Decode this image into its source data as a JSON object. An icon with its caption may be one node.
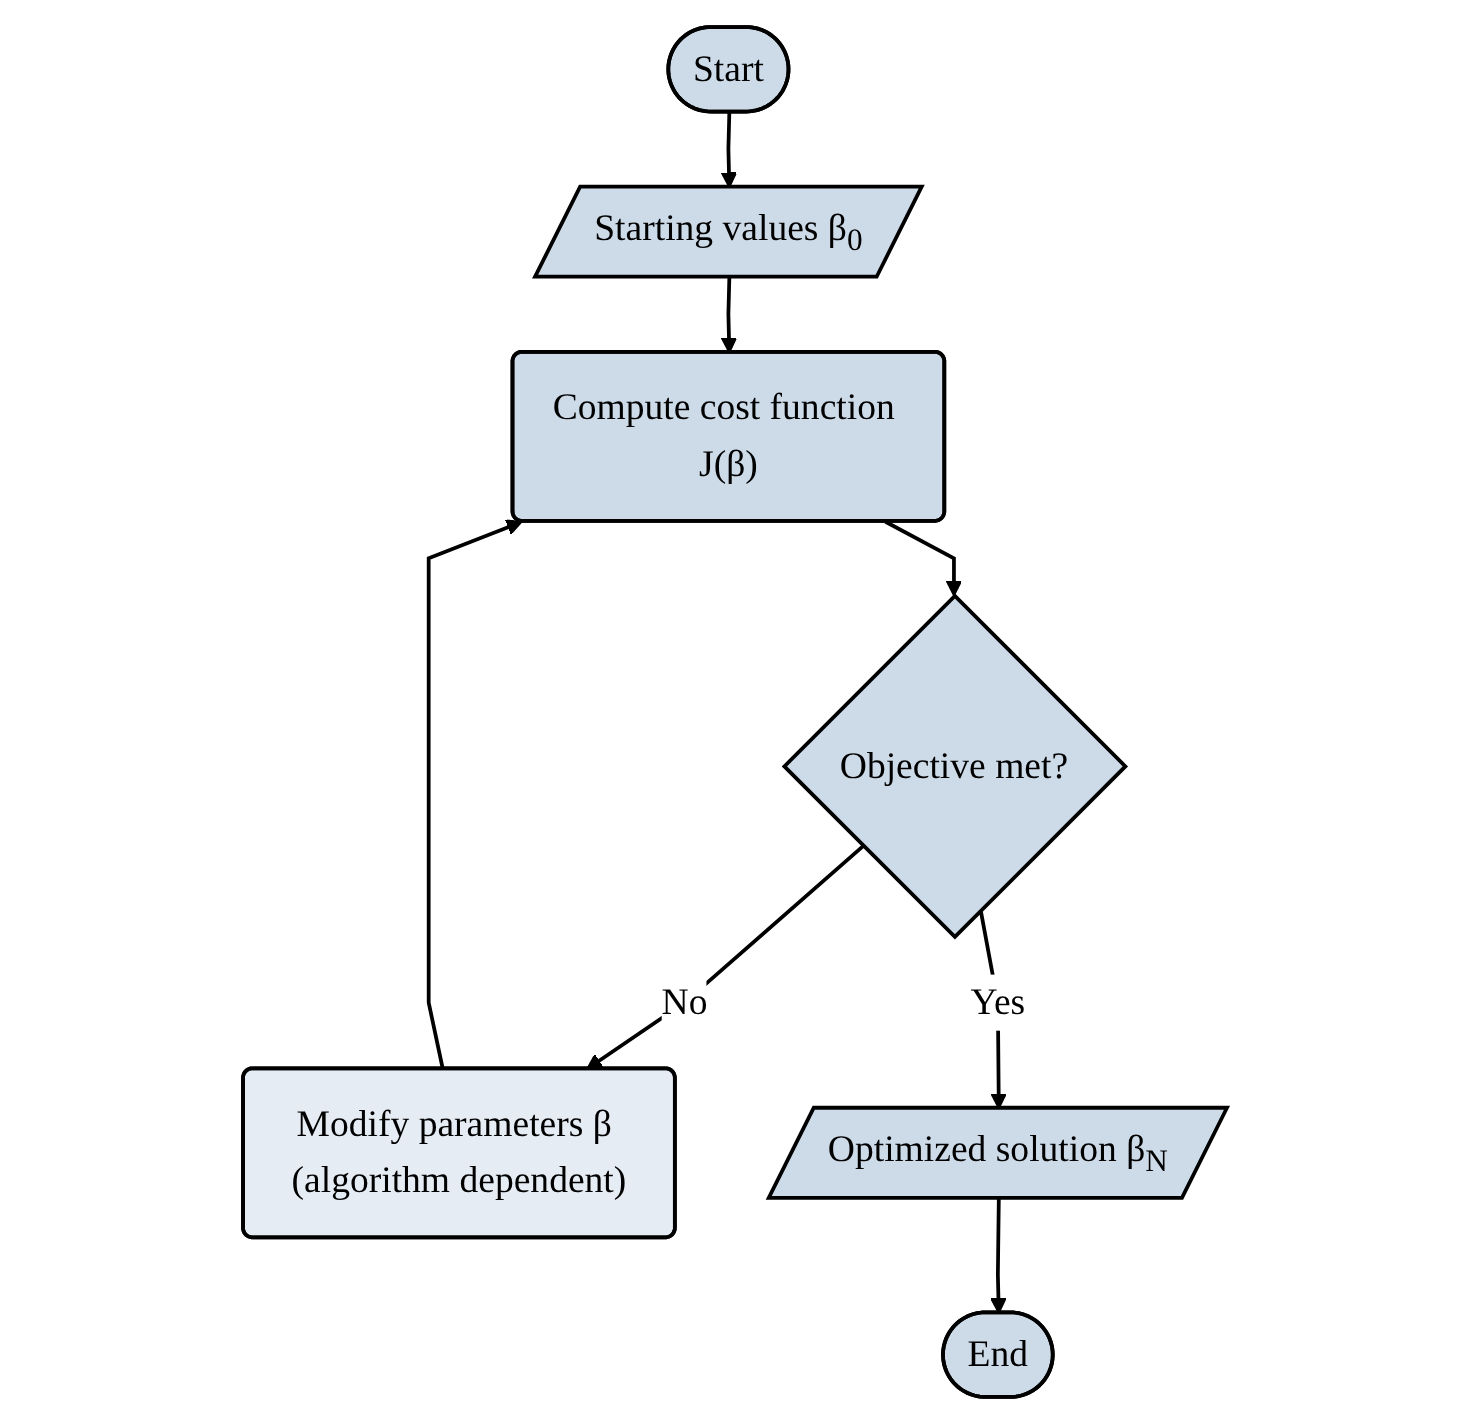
{
  "diagram": {
    "nodes": [
      {
        "text": [
          "Start"
        ]
      },
      {
        "text": [
          "Starting values β$_{0}$"
        ]
      },
      {
        "text": [
          "Compute cost function J(β)"
        ]
      },
      {
        "text": [
          "Objective met?"
        ]
      },
      {
        "text": [
          "Modify parameters β (algorithm dependent)"
        ]
      },
      {
        "text": [
          "Optimized solution β$_{N}$"
        ]
      },
      {
        "text": [
          "End"
        ]
      }
    ],
    "edges": [
      {
        "from": 0,
        "to": 1,
        "arrow": "to"
      },
      {
        "from": 1,
        "to": 2,
        "arrow": "to"
      },
      {
        "from": 2,
        "to": 3,
        "arrow": "to"
      },
      {
        "from": 3,
        "to": 4,
        "arrow": "to",
        "label": "No"
      },
      {
        "from": 4,
        "to": 2,
        "arrow": "to"
      },
      {
        "from": 3,
        "to": 5,
        "arrow": "to",
        "label": "Yes"
      },
      {
        "from": 5,
        "to": 6,
        "arrow": "to"
      }
    ]
  }
}
